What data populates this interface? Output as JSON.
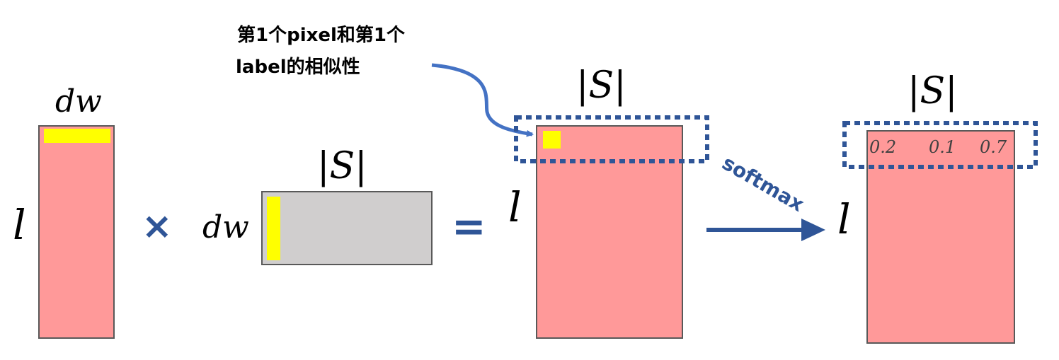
{
  "annotation": {
    "line1": "第1个pixel和第1个",
    "line2": "label的相似性"
  },
  "matrix_a": {
    "col_label": "dw",
    "row_label": "l"
  },
  "operators": {
    "multiply": "×",
    "equals": "="
  },
  "matrix_b": {
    "col_label": "|S|",
    "row_label": "dw"
  },
  "matrix_c": {
    "col_label": "|S|",
    "row_label": "l"
  },
  "arrow": {
    "label": "softmax"
  },
  "matrix_d": {
    "col_label": "|S|",
    "row_label": "l",
    "first_row_values": [
      "0.2",
      "0.1",
      "0.7"
    ]
  },
  "colors": {
    "pink": "#FF9999",
    "yellow": "#FFFF00",
    "gray": "#D0CECE",
    "blue_dark": "#2F5597",
    "blue_arrow": "#4472C4"
  }
}
